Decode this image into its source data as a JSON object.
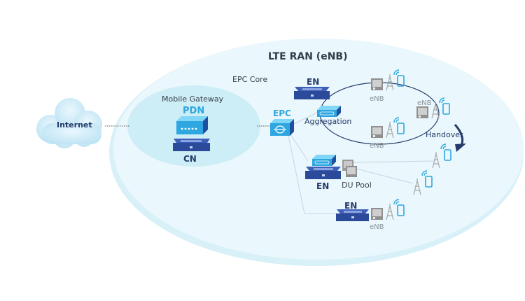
{
  "diagram": {
    "title": "LTE RAN (eNB)",
    "internet_label": "Internet",
    "epc_core_label": "EPC Core",
    "mobile_gateway_label": "Mobile Gateway",
    "pdn_label": "PDN",
    "cn_label": "CN",
    "epc_label": "EPC",
    "en_labels": [
      "EN",
      "EN",
      "EN"
    ],
    "aggregation_label": "Aggregation",
    "du_pool_label": "DU Pool",
    "handover_label": "Handover",
    "enb_labels": [
      "eNB",
      "eNB",
      "eNB",
      "eNB"
    ],
    "colors": {
      "ran_ellipse": "#e6f6fb",
      "core_ellipse": "#c9ecf7",
      "navy": "#233a6b",
      "cyan": "#2ea7e0",
      "server_blue": "#2b4a9a",
      "ring": "#233a6b"
    }
  }
}
